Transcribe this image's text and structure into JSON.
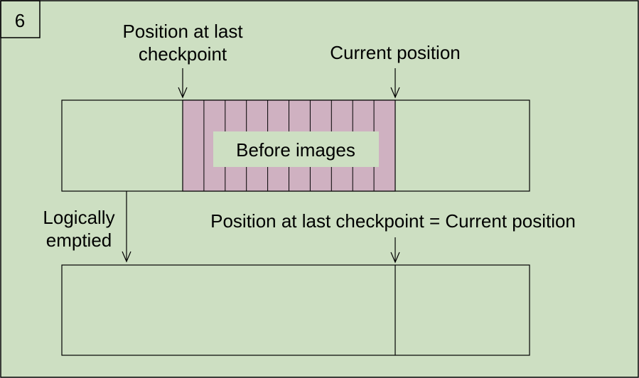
{
  "slide_number": "6",
  "labels": {
    "last_checkpoint_line1": "Position at last",
    "last_checkpoint_line2": "checkpoint",
    "current_position": "Current position",
    "before_images": "Before images",
    "logically_line1": "Logically",
    "logically_line2": "emptied",
    "equal_positions": "Position at last checkpoint = Current position"
  },
  "colors": {
    "background": "#cddfc2",
    "before_images_fill": "#cfb1c1",
    "label_box": "#cddfc2",
    "line": "#000000"
  },
  "log_top": {
    "before_image_count": 10
  }
}
